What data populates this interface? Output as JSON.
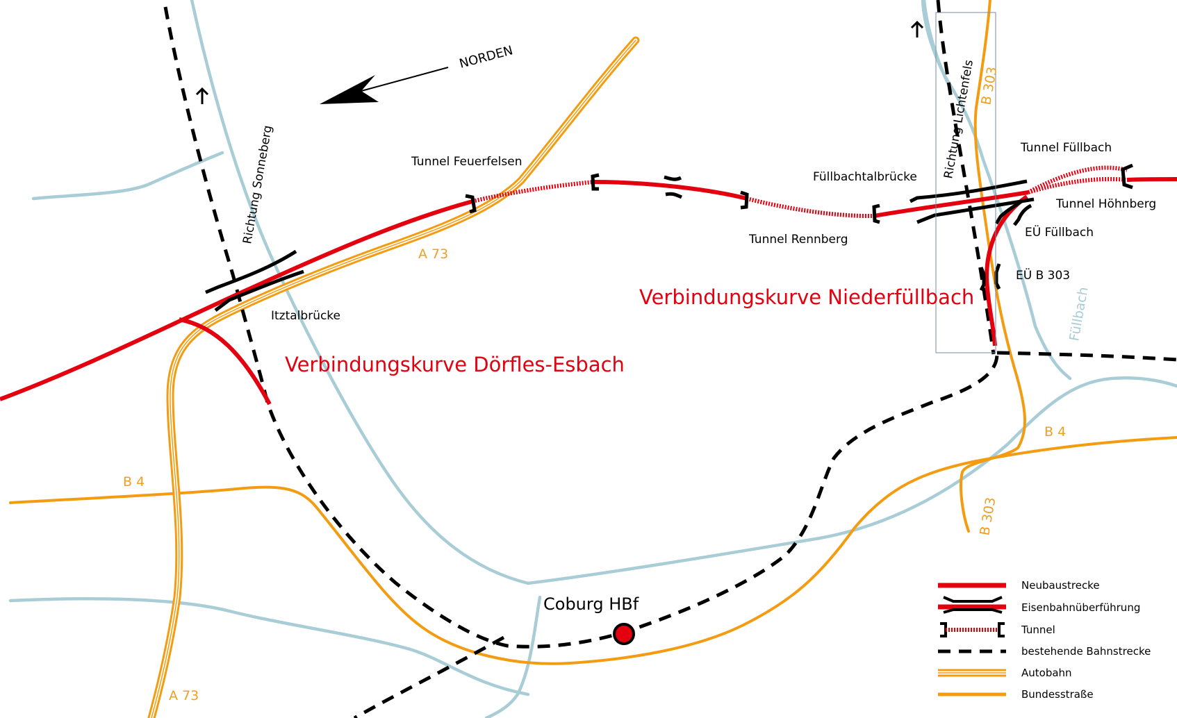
{
  "colors": {
    "new_line": "#e3000f",
    "existing_line": "#000000",
    "road": "#f39c12",
    "river": "#a9cdd6",
    "tunnel": "#e3000f"
  },
  "map": {
    "north": "NORDEN",
    "direction_sonneberg": "Richtung Sonneberg",
    "direction_lichtenfels": "Richtung Lichtenfels",
    "tunnel_feuerfelsen": "Tunnel Feuerfelsen",
    "tunnel_rennberg": "Tunnel Rennberg",
    "fuellbachtalbruecke": "Füllbachtalbrücke",
    "tunnel_fuellbach": "Tunnel Füllbach",
    "tunnel_hoehnberg": "Tunnel Höhnberg",
    "eu_fuellbach": "EÜ Füllbach",
    "eu_b303": "EÜ B 303",
    "itztalbruecke": "Itztalbrücke",
    "curve_niederfuellbach": "Verbindungskurve Niederfüllbach",
    "curve_doerfles": "Verbindungskurve Dörfles-Esbach",
    "coburg": "Coburg HBf",
    "river_fuellbach": "Füllbach",
    "road_a73_top": "A 73",
    "road_a73_bottom": "A 73",
    "road_b4_left": "B 4",
    "road_b4_right": "B 4",
    "road_b303_top": "B 303",
    "road_b303_bottom": "B 303"
  },
  "legend": {
    "items": [
      {
        "key": "new",
        "label": "Neubaustrecke"
      },
      {
        "key": "bridge",
        "label": "Eisenbahnüberführung"
      },
      {
        "key": "tunnel",
        "label": "Tunnel"
      },
      {
        "key": "existing",
        "label": "bestehende Bahnstrecke"
      },
      {
        "key": "autobahn",
        "label": "Autobahn"
      },
      {
        "key": "bundesstrasse",
        "label": "Bundesstraße"
      }
    ]
  }
}
